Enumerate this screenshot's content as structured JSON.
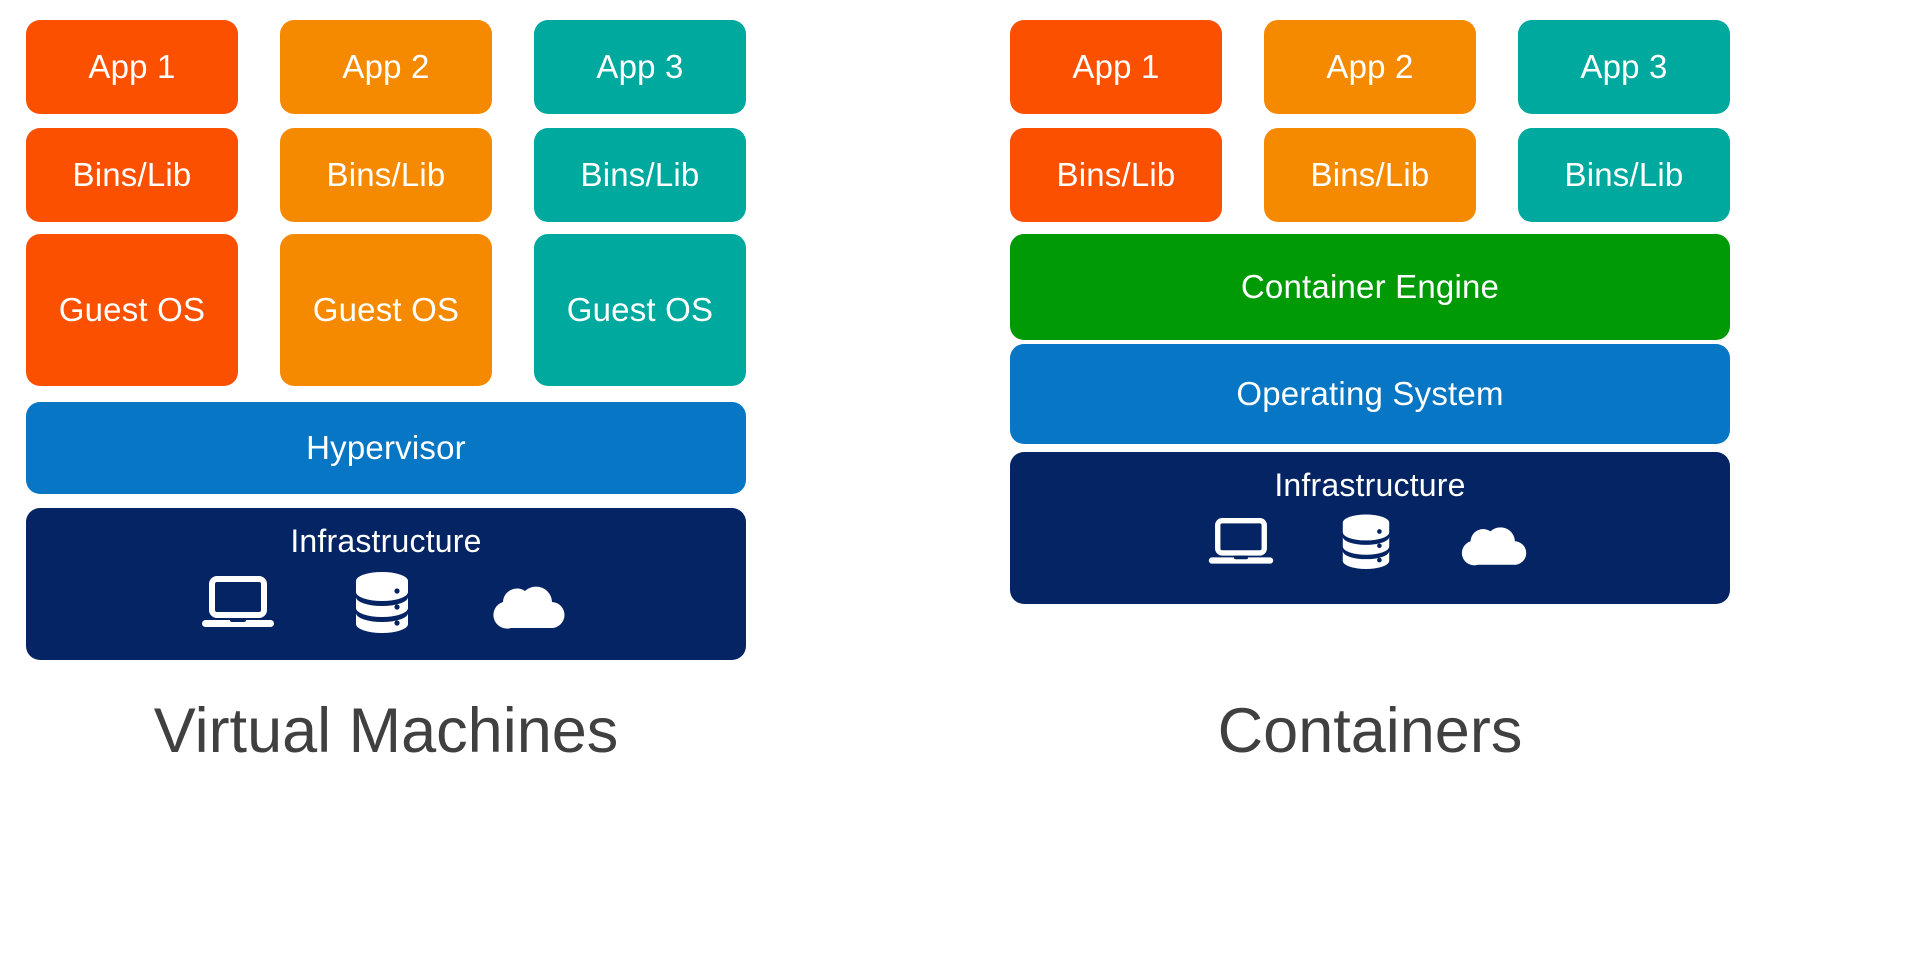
{
  "diagram": {
    "title_left": "Virtual Machines",
    "title_right": "Containers"
  },
  "colors": {
    "app1_orange_red": "#FA5000",
    "app2_orange": "#F58A00",
    "app3_teal": "#00A99D",
    "hypervisor_blue": "#0776C4",
    "os_blue": "#0776C4",
    "container_engine_green": "#009A06",
    "infrastructure_navy": "#052463",
    "caption_gray": "#404040",
    "background_white": "#FFFFFF",
    "block_text_white": "#FFFFFF"
  },
  "vm_stack": {
    "caption": "Virtual Machines",
    "columns": [
      {
        "app": "App 1",
        "bins": "Bins/Lib",
        "guest_os": "Guest OS",
        "color": "#FA5000"
      },
      {
        "app": "App 2",
        "bins": "Bins/Lib",
        "guest_os": "Guest OS",
        "color": "#F58A00"
      },
      {
        "app": "App 3",
        "bins": "Bins/Lib",
        "guest_os": "Guest OS",
        "color": "#00A99D"
      }
    ],
    "hypervisor": "Hypervisor",
    "infrastructure": "Infrastructure",
    "infrastructure_icons": [
      "laptop-icon",
      "database-icon",
      "cloud-icon"
    ]
  },
  "container_stack": {
    "caption": "Containers",
    "columns": [
      {
        "app": "App 1",
        "bins": "Bins/Lib",
        "color": "#FA5000"
      },
      {
        "app": "App 2",
        "bins": "Bins/Lib",
        "color": "#F58A00"
      },
      {
        "app": "App 3",
        "bins": "Bins/Lib",
        "color": "#00A99D"
      }
    ],
    "container_engine": "Container Engine",
    "operating_system": "Operating System",
    "infrastructure": "Infrastructure",
    "infrastructure_icons": [
      "laptop-icon",
      "database-icon",
      "cloud-icon"
    ]
  }
}
